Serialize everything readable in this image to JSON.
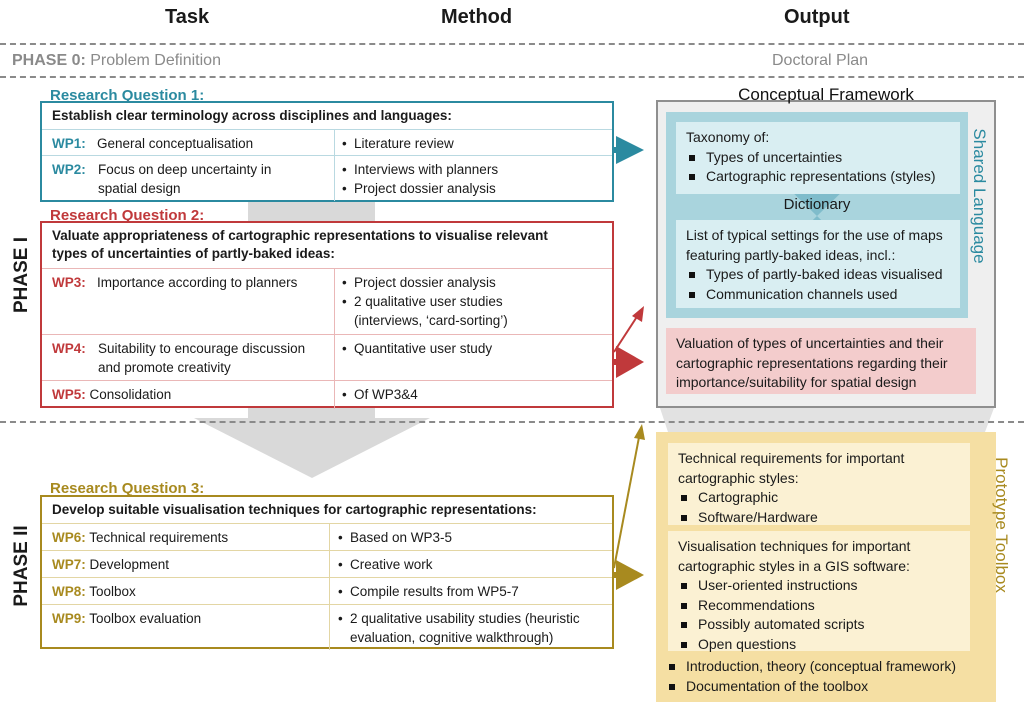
{
  "headers": {
    "task": "Task",
    "method": "Method",
    "output": "Output"
  },
  "phase0": {
    "label": "PHASE 0:",
    "text": "Problem Definition",
    "output": "Doctoral Plan"
  },
  "phases": {
    "one": "PHASE I",
    "two": "PHASE II"
  },
  "colors": {
    "blue": "#2b8aa0",
    "red": "#c0393b",
    "gold": "#a88a1f",
    "grey_arrow": "#d6d6d6"
  },
  "rq1": {
    "label": "Research Question 1:",
    "title": "Establish clear terminology across disciplines and languages:",
    "rows": [
      {
        "wp": "WP1:",
        "task": "General conceptualisation",
        "methods": [
          "Literature review"
        ]
      },
      {
        "wp": "WP2:",
        "task": "Focus on deep uncertainty in spatial design",
        "methods": [
          "Interviews with planners",
          "Project dossier analysis"
        ]
      }
    ]
  },
  "rq2": {
    "label": "Research Question 2:",
    "title": "Valuate appropriateness of cartographic representations to visualise relevant types of uncertainties of partly-baked ideas:",
    "rows": [
      {
        "wp": "WP3:",
        "task": "Importance according to planners",
        "methods": [
          "Project dossier analysis",
          "2 qualitative user studies (interviews, ‘card-sorting’)"
        ]
      },
      {
        "wp": "WP4:",
        "task": "Suitability to encourage discussion and promote creativity",
        "methods": [
          "Quantitative user study"
        ]
      },
      {
        "wp": "WP5:",
        "task": "Consolidation",
        "methods": [
          "Of WP3&4"
        ]
      }
    ]
  },
  "rq3": {
    "label": "Research Question 3:",
    "title": "Develop suitable visualisation techniques for cartographic representations:",
    "rows": [
      {
        "wp": "WP6:",
        "task": "Technical requirements",
        "methods": [
          "Based on WP3-5"
        ]
      },
      {
        "wp": "WP7:",
        "task": "Development",
        "methods": [
          "Creative work"
        ]
      },
      {
        "wp": "WP8:",
        "task": "Toolbox",
        "methods": [
          "Compile results from WP5-7"
        ]
      },
      {
        "wp": "WP9:",
        "task": "Toolbox evaluation",
        "methods": [
          "2 qualitative usability studies (heuristic evaluation, cognitive walkthrough)"
        ]
      }
    ]
  },
  "conceptual_framework": {
    "title": "Conceptual Framework",
    "side_label": "Shared Language",
    "taxonomy": {
      "heading": "Taxonomy of:",
      "items": [
        "Types of uncertainties",
        "Cartographic representations (styles)"
      ]
    },
    "dictionary": "Dictionary",
    "settings": {
      "heading": "List of typical settings for the use of maps featuring partly-baked ideas, incl.:",
      "items": [
        "Types of partly-baked ideas visualised",
        "Communication channels used"
      ]
    },
    "valuation": "Valuation of types of uncertainties and their cartographic representations regarding their importance/suitability for spatial design"
  },
  "prototype_toolbox": {
    "side_label": "Prototype Toolbox",
    "tech": {
      "heading": "Technical requirements for important cartographic styles:",
      "items": [
        "Cartographic",
        "Software/Hardware"
      ]
    },
    "vis": {
      "heading": "Visualisation techniques for important cartographic styles in a GIS software:",
      "items": [
        "User-oriented instructions",
        "Recommendations",
        "Possibly automated scripts",
        "Open questions"
      ]
    },
    "extra": [
      "Introduction, theory (conceptual framework)",
      "Documentation of the toolbox"
    ]
  }
}
